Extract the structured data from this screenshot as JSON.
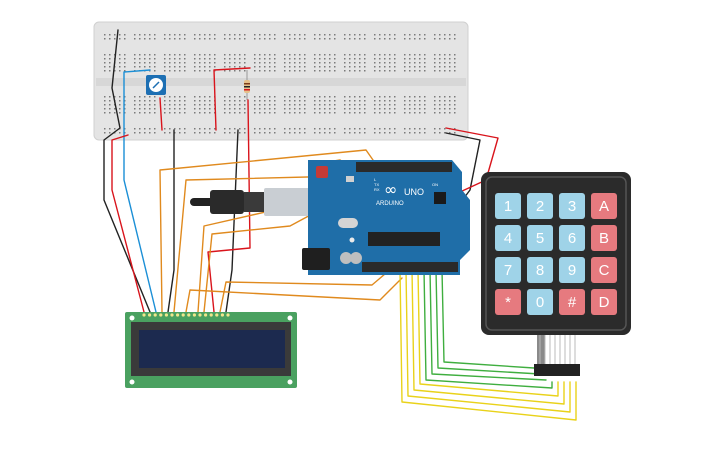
{
  "board": {
    "brand": "ARDUINO",
    "model": "UNO",
    "logo_symbol": "∞",
    "tx_label": "TX",
    "rx_label": "RX",
    "l_label": "L",
    "on_label": "ON"
  },
  "keypad": {
    "keys": [
      {
        "label": "1",
        "kind": "blue"
      },
      {
        "label": "2",
        "kind": "blue"
      },
      {
        "label": "3",
        "kind": "blue"
      },
      {
        "label": "A",
        "kind": "red"
      },
      {
        "label": "4",
        "kind": "blue"
      },
      {
        "label": "5",
        "kind": "blue"
      },
      {
        "label": "6",
        "kind": "blue"
      },
      {
        "label": "B",
        "kind": "red"
      },
      {
        "label": "7",
        "kind": "blue"
      },
      {
        "label": "8",
        "kind": "blue"
      },
      {
        "label": "9",
        "kind": "blue"
      },
      {
        "label": "C",
        "kind": "red"
      },
      {
        "label": "*",
        "kind": "red"
      },
      {
        "label": "0",
        "kind": "blue"
      },
      {
        "label": "#",
        "kind": "red"
      },
      {
        "label": "D",
        "kind": "red"
      }
    ]
  },
  "colors": {
    "breadboard": "#e4e4e4",
    "arduino": "#1f6ea8",
    "lcd_pcb": "#4aa160",
    "lcd_screen": "#1c2a4f",
    "keypad_body": "#2b2b2b",
    "wire_orange": "#e08a1e",
    "wire_yellow": "#e9d21a",
    "wire_green": "#3fae3f",
    "wire_red": "#d9141c",
    "wire_blue": "#1b8fd6",
    "wire_black": "#222222"
  }
}
